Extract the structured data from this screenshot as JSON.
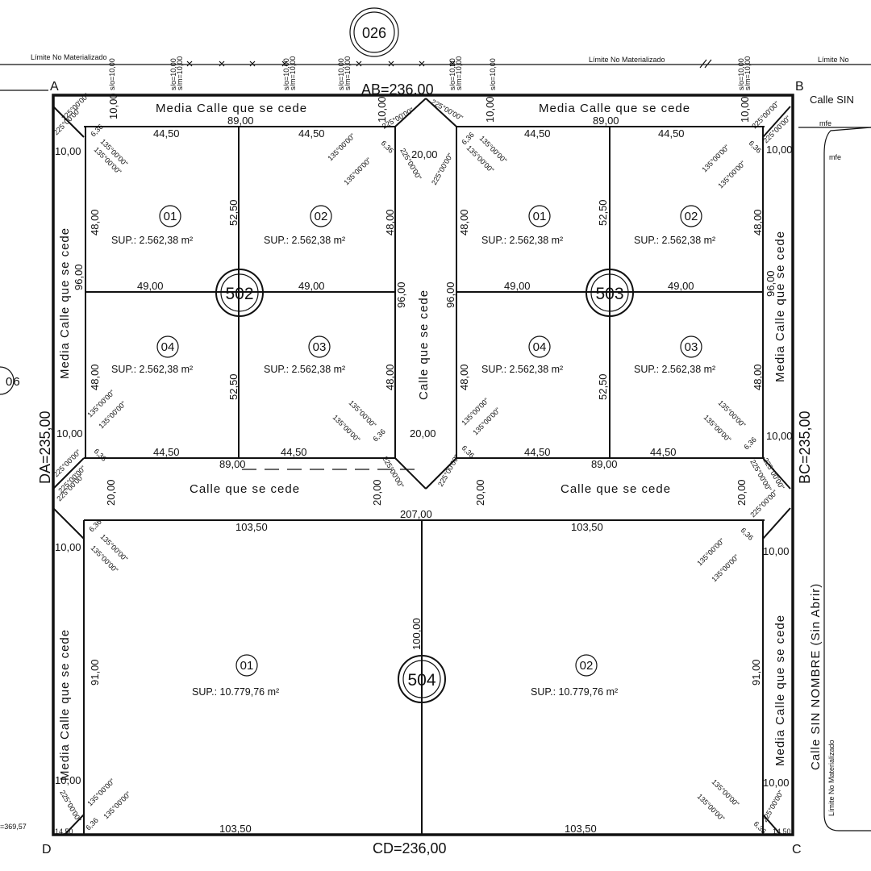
{
  "header": {
    "top_circle": "026",
    "limite_left": "Límite No Materializado",
    "limite_mid": "Límite No Materializado",
    "limite_right": "Límite No",
    "left_circle_fragment": "06"
  },
  "corners": {
    "a": "A",
    "b": "B",
    "c": "C",
    "d": "D"
  },
  "sides": {
    "ab": "AB=236,00",
    "bc": "BC=235,00",
    "cd": "CD=236,00",
    "da": "DA=235,00",
    "left_fragment": "=369,57",
    "bottom_left_small": "14,50",
    "bottom_right_small": "14,50"
  },
  "streets": {
    "media_calle": "Media Calle que se cede",
    "calle": "Calle que se cede",
    "calle_sin_nombre": "Calle SIN NOMBRE (Sin Abrir)",
    "top_right_fragment": "Calle SIN",
    "limite_vertical": "Límite No Materializado",
    "mfe": "mfe"
  },
  "blocks": [
    {
      "id": "502",
      "lots": [
        {
          "num": "01",
          "sup": "SUP.: 2.562,38 m²"
        },
        {
          "num": "02",
          "sup": "SUP.: 2.562,38 m²"
        },
        {
          "num": "03",
          "sup": "SUP.: 2.562,38 m²"
        },
        {
          "num": "04",
          "sup": "SUP.: 2.562,38 m²"
        }
      ]
    },
    {
      "id": "503",
      "lots": [
        {
          "num": "01",
          "sup": "SUP.: 2.562,38 m²"
        },
        {
          "num": "02",
          "sup": "SUP.: 2.562,38 m²"
        },
        {
          "num": "03",
          "sup": "SUP.: 2.562,38 m²"
        },
        {
          "num": "04",
          "sup": "SUP.: 2.562,38 m²"
        }
      ]
    },
    {
      "id": "504",
      "lots": [
        {
          "num": "01",
          "sup": "SUP.: 10.779,76 m²"
        },
        {
          "num": "02",
          "sup": "SUP.: 10.779,76 m²"
        }
      ]
    }
  ],
  "dimensions": {
    "d44_50": "44,50",
    "d89_00": "89,00",
    "d49_00": "49,00",
    "d52_50": "52,50",
    "d48_00": "48,00",
    "d96_00": "96,00",
    "d10_00": "10,00",
    "d20_00": "20,00",
    "d103_50": "103,50",
    "d207_00": "207,00",
    "d100_00": "100,00",
    "d91_00": "91,00",
    "d6_36": "6,36"
  },
  "angles": {
    "a225": "225°00'00\"",
    "a135": "135°00'00\""
  },
  "tick_labels": {
    "t1": "s/o=10,00",
    "t2": "s/m=10,00"
  }
}
